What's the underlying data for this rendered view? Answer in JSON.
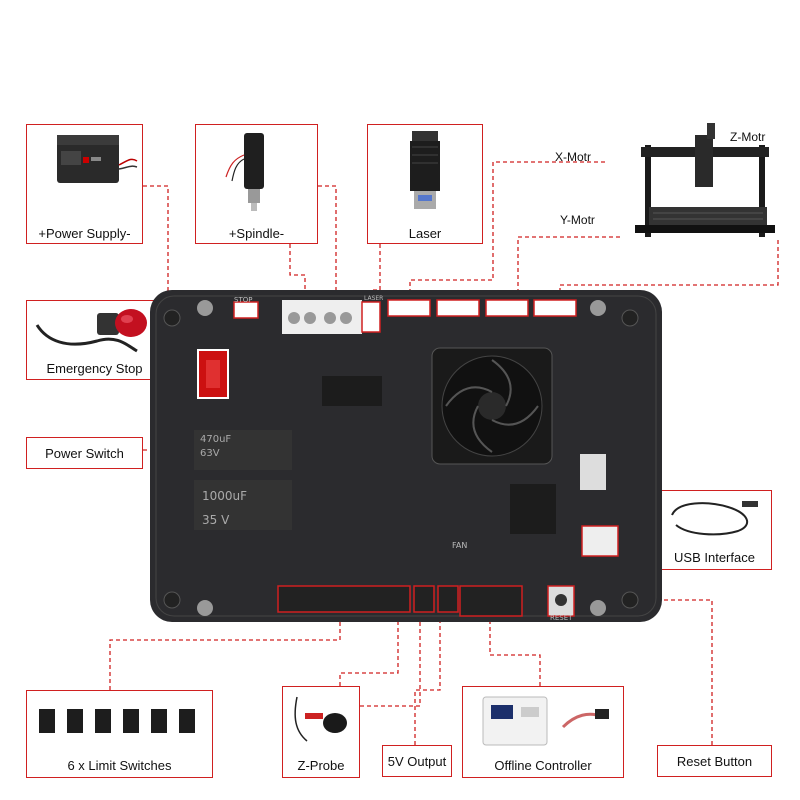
{
  "components": {
    "power_supply": "+Power Supply-",
    "spindle": "+Spindle-",
    "laser": "Laser",
    "emergency_stop": "Emergency Stop",
    "power_switch": "Power Switch",
    "usb_interface": "USB Interface",
    "limit_switches": "6 x Limit Switches",
    "z_probe": "Z-Probe",
    "five_v_output": "5V Output",
    "offline_controller": "Offline Controller",
    "reset_button": "Reset Button"
  },
  "motors": {
    "x": "X-Motr",
    "y": "Y-Motr",
    "z": "Z-Motr"
  },
  "board_text": {
    "stop": "STOP",
    "laser": "LASER",
    "reset": "RESET",
    "fan": "FAN",
    "cap1": "1000uF",
    "cap1v": "35  V",
    "cap2": "470uF",
    "cap2v": "63V"
  },
  "colors": {
    "accent": "#d02020",
    "board": "#2b2b2e"
  }
}
